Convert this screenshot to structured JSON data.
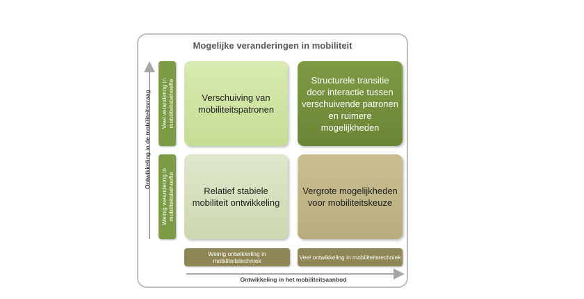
{
  "title": "Mogelijke  veranderingen  in mobiliteit",
  "quadrants": {
    "top_left": "Verschuiving van mobiliteitspatronen",
    "top_right": "Structurele transitie door interactie tussen verschuivende patronen en ruimere mogelijkheden",
    "bottom_left": "Relatief stabiele mobiliteit ontwikkeling",
    "bottom_right": "Vergrote mogelijkheden voor mobiliteitskeuze"
  },
  "row_labels": {
    "top": "Veel verandering in mobiliteitsbehoefte",
    "bottom": "Weinig verandering in mobiliteitsbehoefte"
  },
  "column_labels": {
    "left": "Weinig ontwikkeling in mobiliteitstechniek",
    "right": "Veel ontwikkeling in mobiliteitstechniek"
  },
  "axes": {
    "vertical": "Ontwikkeling in de mobiliteitsvraag",
    "horizontal": "Ontwikkeling in het mobiliteitsaanbod"
  },
  "colors": {
    "dark_green": "#7d9a45",
    "light_green": "#d8eab0",
    "pale_green": "#dfe7cb",
    "khaki": "#c9bf92",
    "olive_label": "#8e8654"
  }
}
